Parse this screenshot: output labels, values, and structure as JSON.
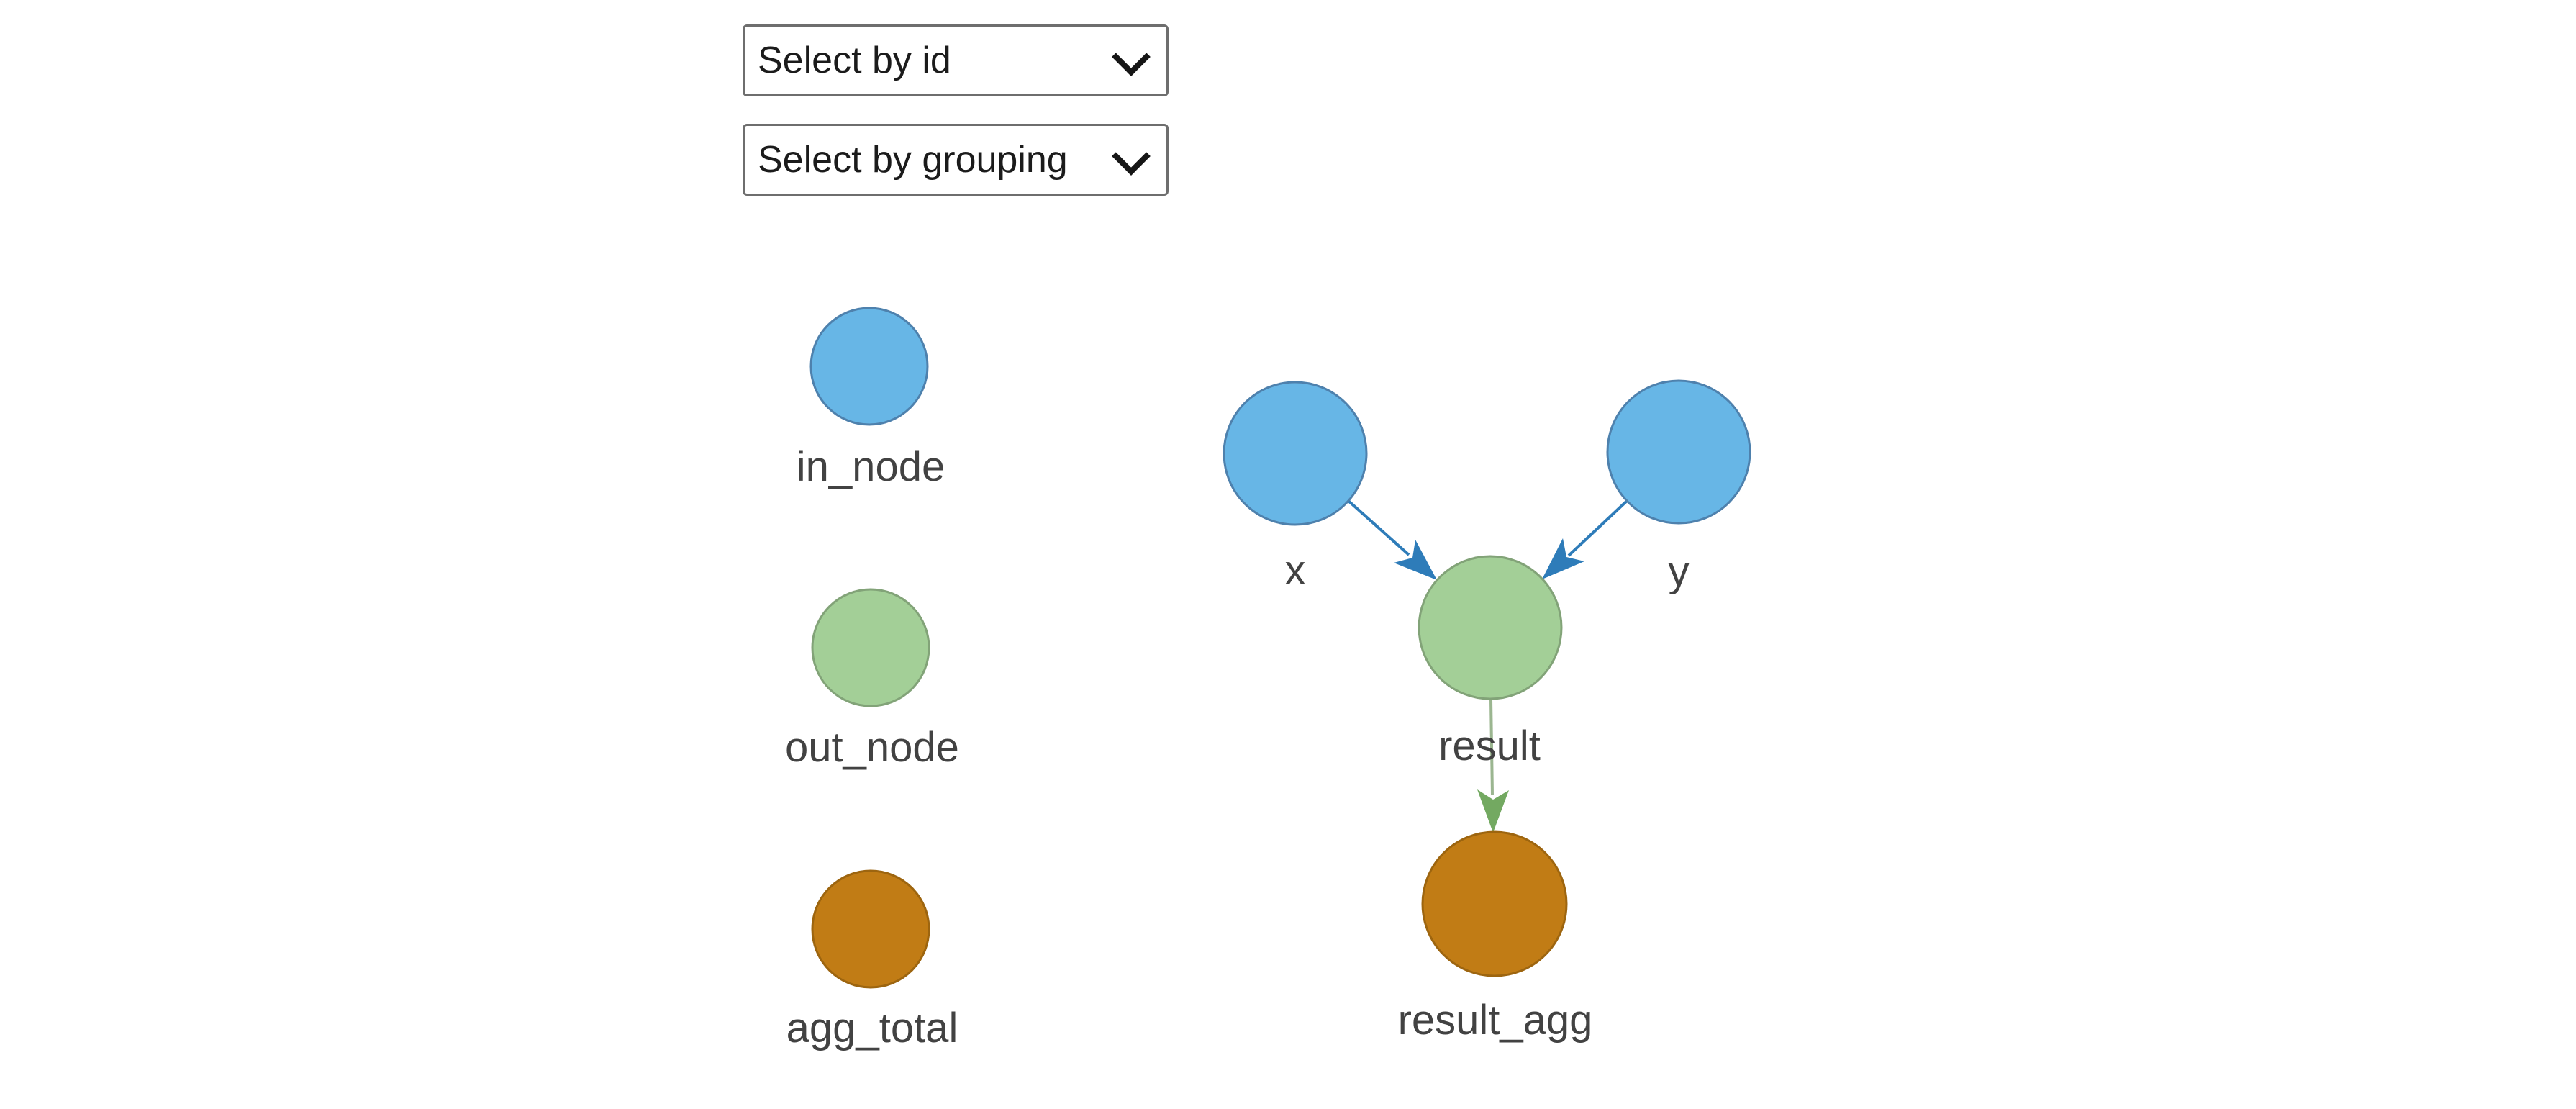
{
  "controls": {
    "id_select": {
      "value": "Select by id",
      "icon": "chevron-down"
    },
    "grouping_select": {
      "value": "Select by grouping",
      "icon": "chevron-down"
    }
  },
  "legend": {
    "items": [
      {
        "label": "in_node",
        "fill": "#67b6e6",
        "border": "#4e81ad"
      },
      {
        "label": "out_node",
        "fill": "#a3cf97",
        "border": "#82a378"
      },
      {
        "label": "agg_total",
        "fill": "#c17c15",
        "border": "#9d650f"
      }
    ]
  },
  "graph": {
    "label_color": "#424242",
    "nodes": [
      {
        "label": "x",
        "group": "in_node",
        "fill": "#67b6e6",
        "border": "#4e81ad"
      },
      {
        "label": "y",
        "group": "in_node",
        "fill": "#67b6e6",
        "border": "#4e81ad"
      },
      {
        "label": "result",
        "group": "out_node",
        "fill": "#a3cf97",
        "border": "#82a378"
      },
      {
        "label": "result_agg",
        "group": "agg_total",
        "fill": "#c17c15",
        "border": "#9d650f"
      }
    ],
    "edges": [
      {
        "from": "x",
        "to": "result",
        "line": "#2e7cb9",
        "arrow": "#2e7cb9"
      },
      {
        "from": "y",
        "to": "result",
        "line": "#2e7cb9",
        "arrow": "#2e7cb9"
      },
      {
        "from": "result",
        "to": "result_agg",
        "line": "#9bb690",
        "arrow": "#73a961"
      }
    ]
  }
}
